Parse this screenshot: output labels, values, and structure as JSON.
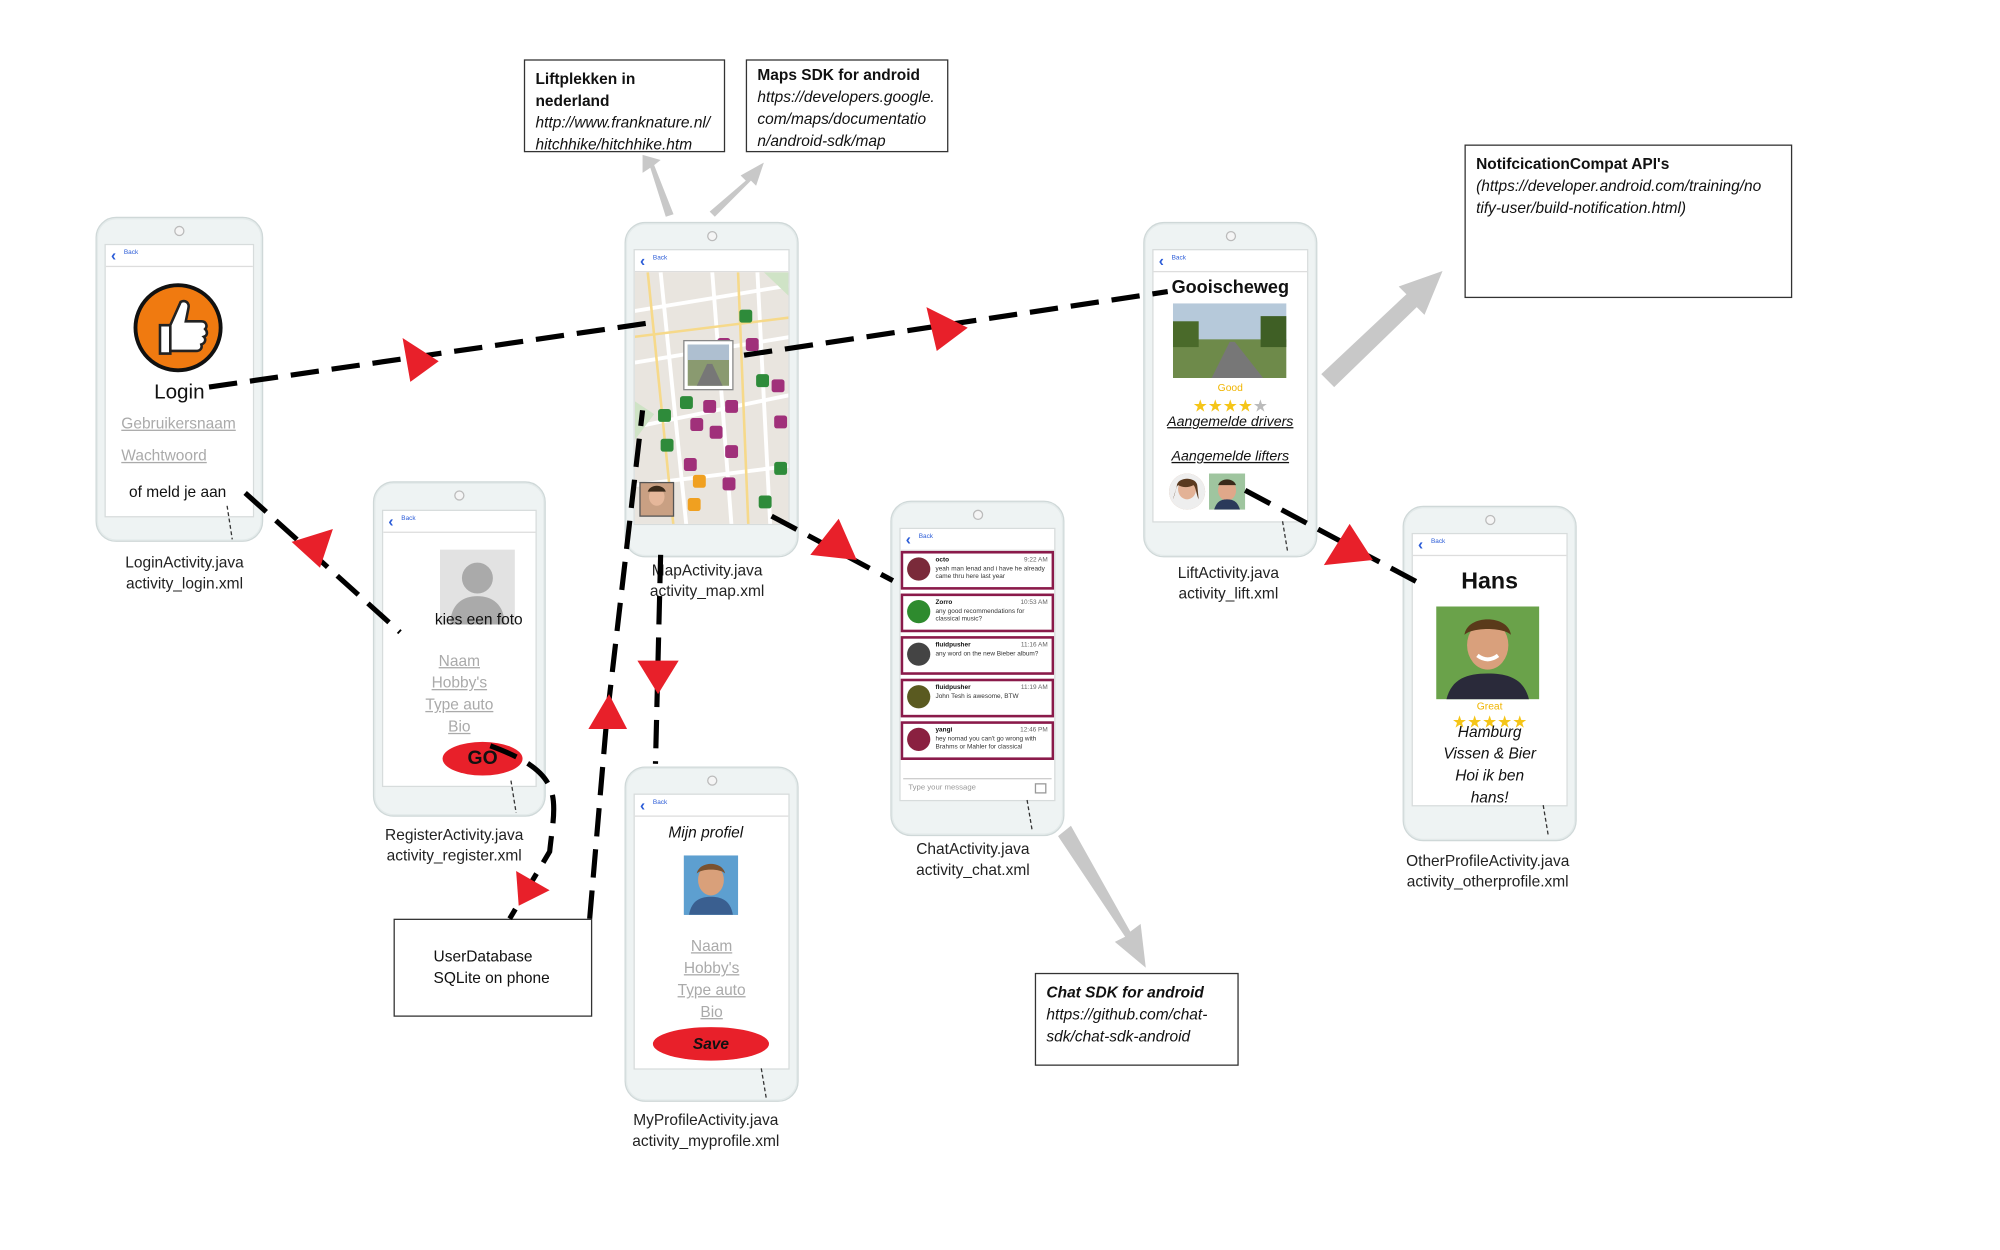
{
  "common": {
    "back_label": "Back"
  },
  "notes": {
    "liftplekken": {
      "title": "Liftplekken in nederland",
      "lines": [
        "http://www.franknature.nl/",
        "hitchhike/hitchhike.htm"
      ]
    },
    "maps_sdk": {
      "title": "Maps SDK for android",
      "lines": [
        "https://developers.google.",
        "com/maps/documentatio",
        "n/android-sdk/map"
      ]
    },
    "notification": {
      "title": "NotifcicationCompat API's",
      "lines": [
        "(https://developer.android.com/training/no",
        "tify-user/build-notification.html)"
      ]
    },
    "chat_sdk": {
      "title": "Chat SDK for android",
      "lines": [
        "https://github.com/chat-",
        "sdk/chat-sdk-android"
      ]
    },
    "userdb": {
      "lines": [
        "UserDatabase",
        "SQLite on phone"
      ]
    }
  },
  "login": {
    "title": "Login",
    "username": "Gebruikersnaam",
    "password": "Wachtwoord",
    "register_link": "of meld je aan",
    "caption": [
      "LoginActivity.java",
      "activity_login.xml"
    ]
  },
  "register": {
    "photo_label": "kies een foto",
    "fields": [
      "Naam",
      "Hobby's",
      "Type auto",
      "Bio"
    ],
    "go": "GO",
    "caption": [
      "RegisterActivity.java",
      "activity_register.xml"
    ]
  },
  "map": {
    "caption": [
      "MapActivity.java",
      "activity_map.xml"
    ]
  },
  "myprofile": {
    "title": "Mijn profiel",
    "fields": [
      "Naam",
      "Hobby's",
      "Type auto",
      "Bio"
    ],
    "save": "Save",
    "caption": [
      "MyProfileActivity.java",
      "activity_myprofile.xml"
    ]
  },
  "chat": {
    "messages": [
      {
        "user": "octo",
        "time": "9:22 AM",
        "text": "yeah man lenad and i have he already came thru here last year",
        "avatar": "#7a2a3a"
      },
      {
        "user": "Zorro",
        "time": "10:53 AM",
        "text": "any good recommendations for classical music?",
        "avatar": "#2e8b2e"
      },
      {
        "user": "fluidpusher",
        "time": "11:16 AM",
        "text": "any word on the new Bieber album?",
        "avatar": "#444"
      },
      {
        "user": "fluidpusher",
        "time": "11:19 AM",
        "text": "John Tesh is awesome, BTW",
        "avatar": "#5a5a20"
      },
      {
        "user": "yangi",
        "time": "12:46 PM",
        "text": "hey nomad you can't go wrong with Brahms or Mahler for classical",
        "avatar": "#8a2040"
      }
    ],
    "input_placeholder": "Type your message",
    "caption": [
      "ChatActivity.java",
      "activity_chat.xml"
    ]
  },
  "lift": {
    "title": "Gooischeweg",
    "rating_label": "Good",
    "rating": 3.5,
    "drivers": "Aangemelde drivers",
    "lifters": "Aangemelde lifters",
    "caption": [
      "LiftActivity.java",
      "activity_lift.xml"
    ]
  },
  "other": {
    "name": "Hans",
    "rating_label": "Great",
    "rating": 5,
    "lines": [
      "Hamburg",
      "Vissen & Bier",
      "Hoi ik ben",
      "hans!"
    ],
    "caption": [
      "OtherProfileActivity.java",
      "activity_otherprofile.xml"
    ]
  },
  "colors": {
    "accent_red": "#e8202a",
    "arrow_grey": "#c8c8c8",
    "chat_border": "#8a1a4a",
    "map_green": "#2e8b3a",
    "map_purple": "#a0307a",
    "map_orange": "#f0a020"
  }
}
